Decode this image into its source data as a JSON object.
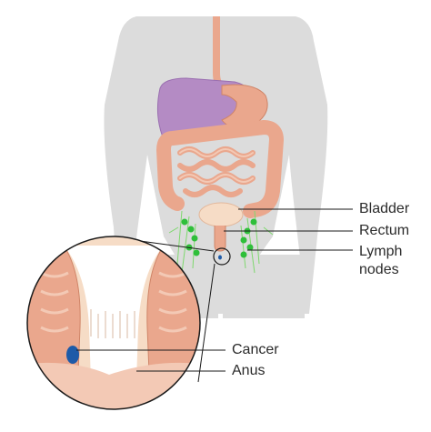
{
  "labels": {
    "bladder": "Bladder",
    "rectum": "Rectum",
    "lymph_nodes_line1": "Lymph",
    "lymph_nodes_line2": "nodes",
    "cancer": "Cancer",
    "anus": "Anus"
  },
  "colors": {
    "body": "#dcdcdc",
    "liver": "#b48bc4",
    "intestine": "#eaa78d",
    "intestine_light": "#f3c9b5",
    "bladder": "#f6dcc6",
    "lymph_node": "#2fbf3a",
    "lymph_vessel": "#7fd86f",
    "tumour": "#1e5aa8",
    "leader_line": "#1a1a1a",
    "label_text": "#2b2b2b"
  }
}
